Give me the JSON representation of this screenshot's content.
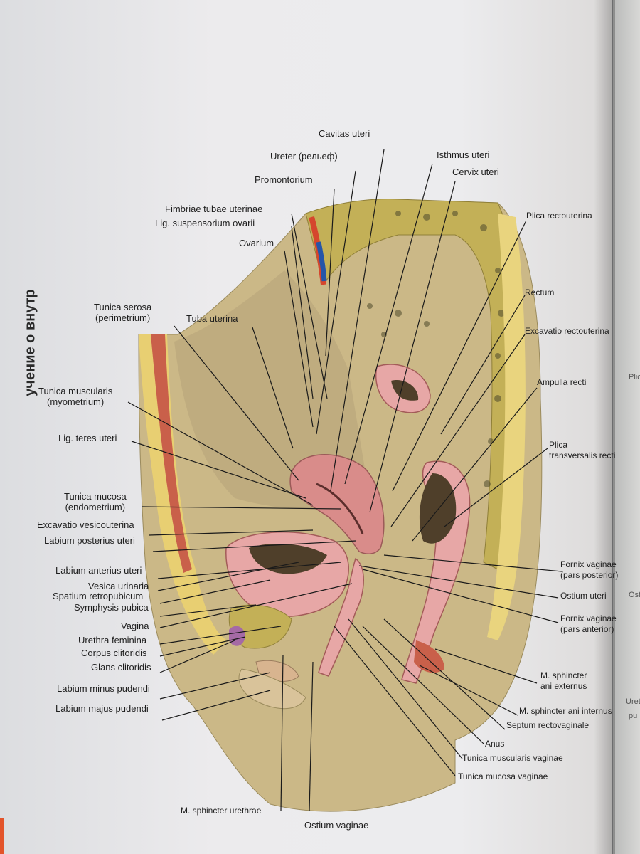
{
  "side_heading": "учение о внутр",
  "edge_labels": [
    "Plica",
    "Ostiu",
    "Urethr",
    "pu"
  ],
  "colors": {
    "soft_tissue": "#cdbd8a",
    "bone": "#bfae54",
    "muscle": "#d98c8a",
    "mucosa": "#e7a7a6",
    "fat": "#e9d47e",
    "cavity": "#5b4a37",
    "leader": "#1a1a1a"
  },
  "labels": {
    "cavitas_uteri": "Cavitas uteri",
    "ureter": "Ureter (рельеф)",
    "promontorium": "Promontorium",
    "fimbriae": "Fimbriae tubae uterinae",
    "lig_susp": "Lig. suspensorium ovarii",
    "ovarium": "Ovarium",
    "tunica_serosa": "Tunica serosa\n(perimetrium)",
    "tuba_uterina": "Tuba uterina",
    "tunica_muscularis": "Tunica muscularis\n(myometrium)",
    "lig_teres": "Lig. teres uteri",
    "tunica_mucosa": "Tunica mucosa\n(endometrium)",
    "excavatio_vesicouterina": "Excavatio vesicouterina",
    "labium_posterius": "Labium posterius uteri",
    "labium_anterius": "Labium anterius uteri",
    "vesica": "Vesica urinaria",
    "spatium": "Spatium retropubicum",
    "symphysis": "Symphysis pubica",
    "vagina": "Vagina",
    "urethra": "Urethra feminina",
    "corpus_clit": "Corpus clitoridis",
    "glans_clit": "Glans clitoridis",
    "labium_minus": "Labium minus pudendi",
    "labium_majus": "Labium majus pudendi",
    "m_sph_urethrae": "M. sphincter urethrae",
    "ostium_vaginae": "Ostium vaginae",
    "isthmus": "Isthmus uteri",
    "cervix": "Cervix uteri",
    "plica_rectouterina": "Plica rectouterina",
    "rectum": "Rectum",
    "excavatio_rectouterina": "Excavatio rectouterina",
    "ampulla": "Ampulla recti",
    "plica_transv": "Plica\ntransversalis recti",
    "fornix_post": "Fornix vaginae\n(pars posterior)",
    "ostium_uteri": "Ostium uteri",
    "fornix_ant": "Fornix vaginae\n(pars anterior)",
    "m_sph_ani_ext": "M. sphincter\nani externus",
    "m_sph_ani_int": "M. sphincter ani internus",
    "septum": "Septum rectovaginale",
    "anus": "Anus",
    "tun_musc_vag": "Tunica muscularis vaginae",
    "tun_muc_vag": "Tunica mucosa vaginae"
  }
}
